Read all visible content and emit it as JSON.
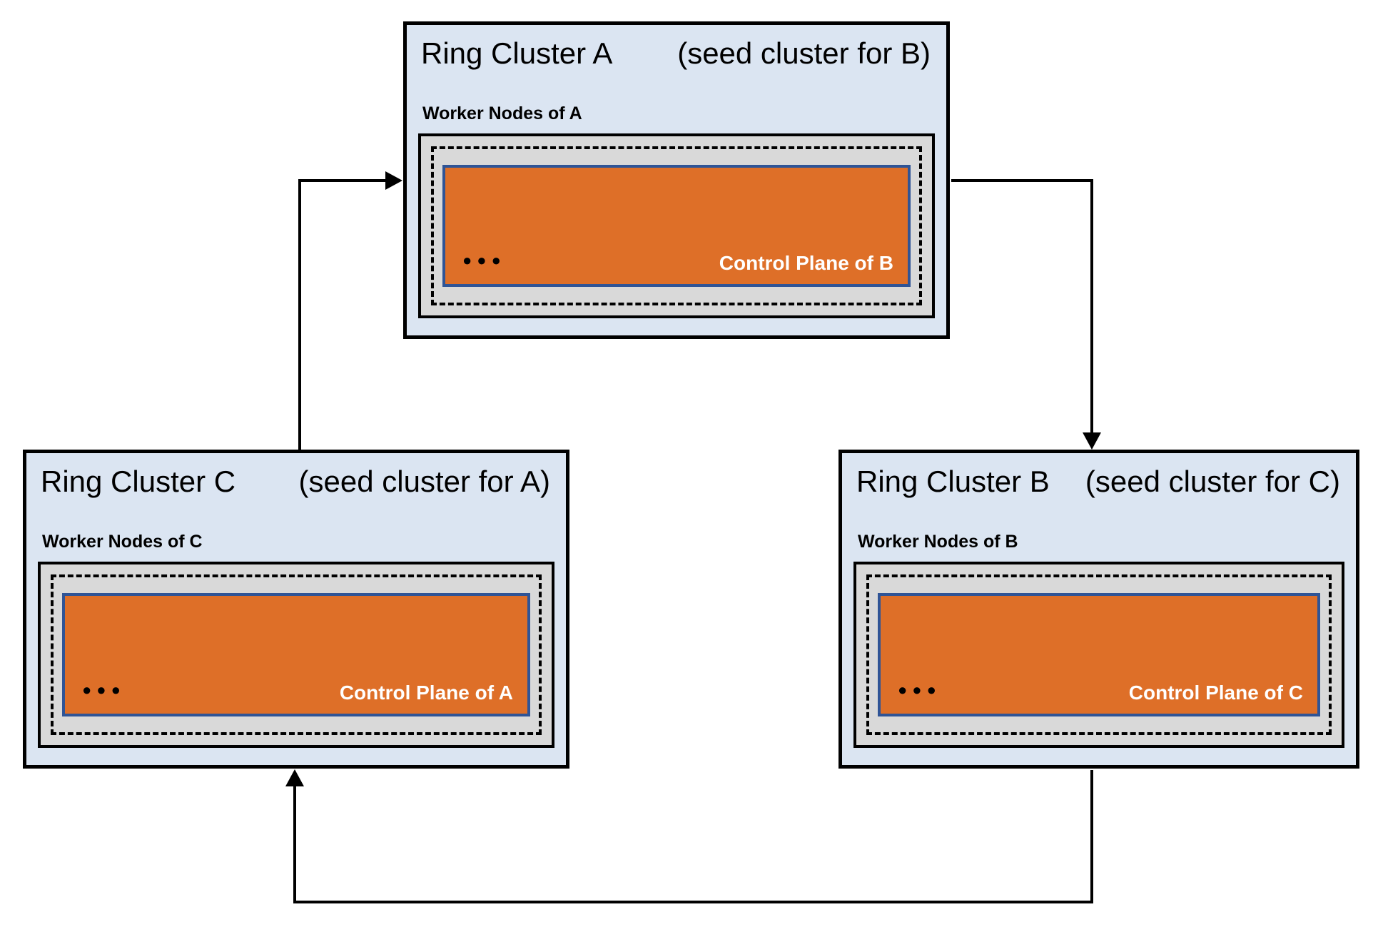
{
  "page": {
    "background": "#FFFFFF"
  },
  "colors": {
    "cluster_bg": "#DBE5F2",
    "cluster_border": "#000000",
    "worker_box_bg": "#D9D9D9",
    "worker_box_border": "#000000",
    "dashed_border": "#000000",
    "control_plane_bg": "#DE6F28",
    "control_plane_border": "#2F5496",
    "control_label_color": "#FFFFFF",
    "arrow_color": "#000000"
  },
  "clusters": [
    {
      "name": "A",
      "title": "Ring Cluster A",
      "seed_note": "(seed cluster for B)",
      "worker_label": "Worker Nodes of A",
      "control_label": "Control Plane of B",
      "dots": "●●●"
    },
    {
      "name": "B",
      "title": "Ring Cluster B",
      "seed_note": "(seed cluster for C)",
      "worker_label": "Worker Nodes of B",
      "control_label": "Control Plane of C",
      "dots": "●●●"
    },
    {
      "name": "C",
      "title": "Ring Cluster C",
      "seed_note": "(seed cluster for A)",
      "worker_label": "Worker Nodes of C",
      "control_label": "Control Plane of A",
      "dots": "●●●"
    }
  ],
  "arrows": [
    {
      "name": "arrow-c-to-a",
      "from": "Ring Cluster C",
      "to": "Ring Cluster A"
    },
    {
      "name": "arrow-a-to-b",
      "from": "Ring Cluster A",
      "to": "Ring Cluster B"
    },
    {
      "name": "arrow-b-to-c",
      "from": "Ring Cluster B",
      "to": "Ring Cluster C"
    }
  ]
}
